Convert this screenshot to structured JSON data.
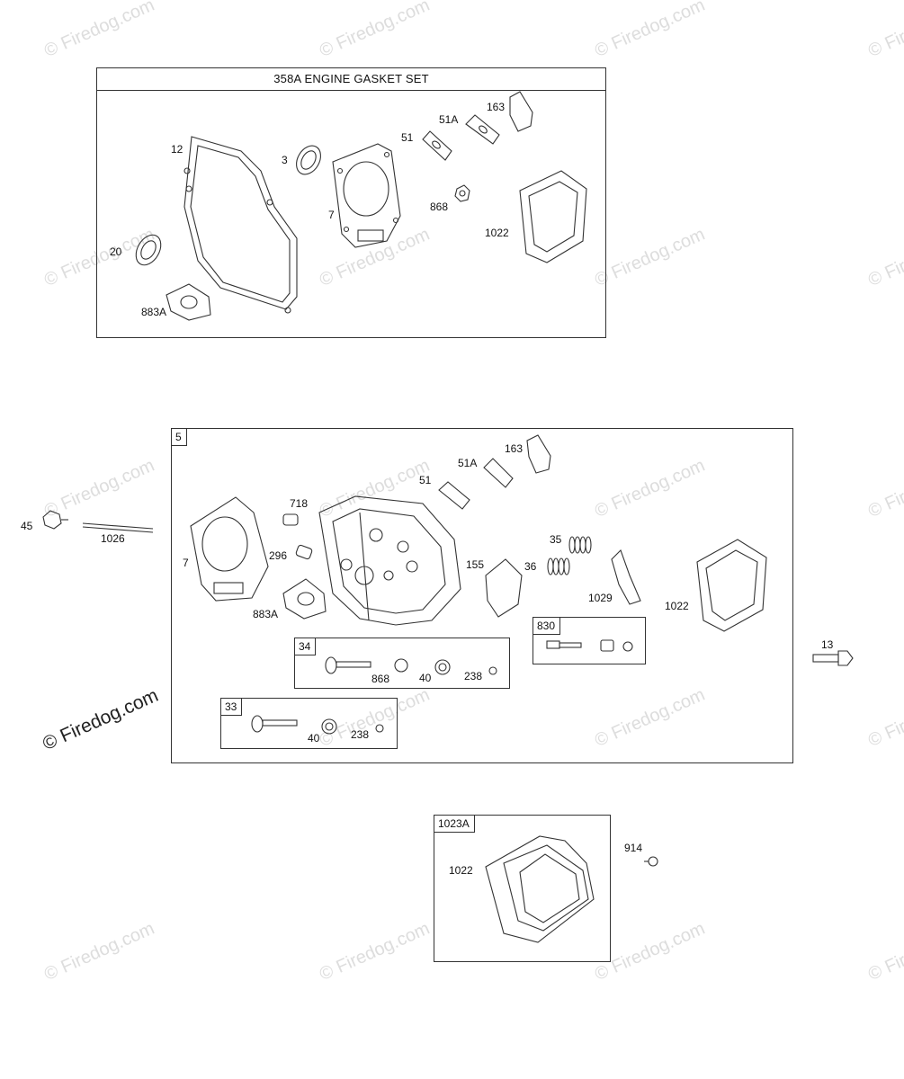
{
  "watermark": {
    "text": "© Firedog.com"
  },
  "gasket_set": {
    "title": "358A ENGINE GASKET SET",
    "labels": {
      "p12": "12",
      "p3": "3",
      "p51": "51",
      "p51A": "51A",
      "p163": "163",
      "p7": "7",
      "p868": "868",
      "p1022": "1022",
      "p20": "20",
      "p883A": "883A"
    }
  },
  "cylinder_head": {
    "tag": "5",
    "labels": {
      "p163": "163",
      "p51A": "51A",
      "p51": "51",
      "p718": "718",
      "p7": "7",
      "p296": "296",
      "p883A": "883A",
      "p35": "35",
      "p36": "36",
      "p155": "155",
      "p1029": "1029",
      "p1022": "1022"
    },
    "sub34": {
      "tag": "34",
      "labels": {
        "p868": "868",
        "p40": "40",
        "p238": "238"
      }
    },
    "sub33": {
      "tag": "33",
      "labels": {
        "p40": "40",
        "p238": "238"
      }
    },
    "sub830": {
      "tag": "830"
    }
  },
  "external": {
    "p45": "45",
    "p1026": "1026",
    "p13": "13",
    "p914": "914"
  },
  "cover": {
    "tag": "1023A",
    "labels": {
      "p1022": "1022"
    }
  }
}
